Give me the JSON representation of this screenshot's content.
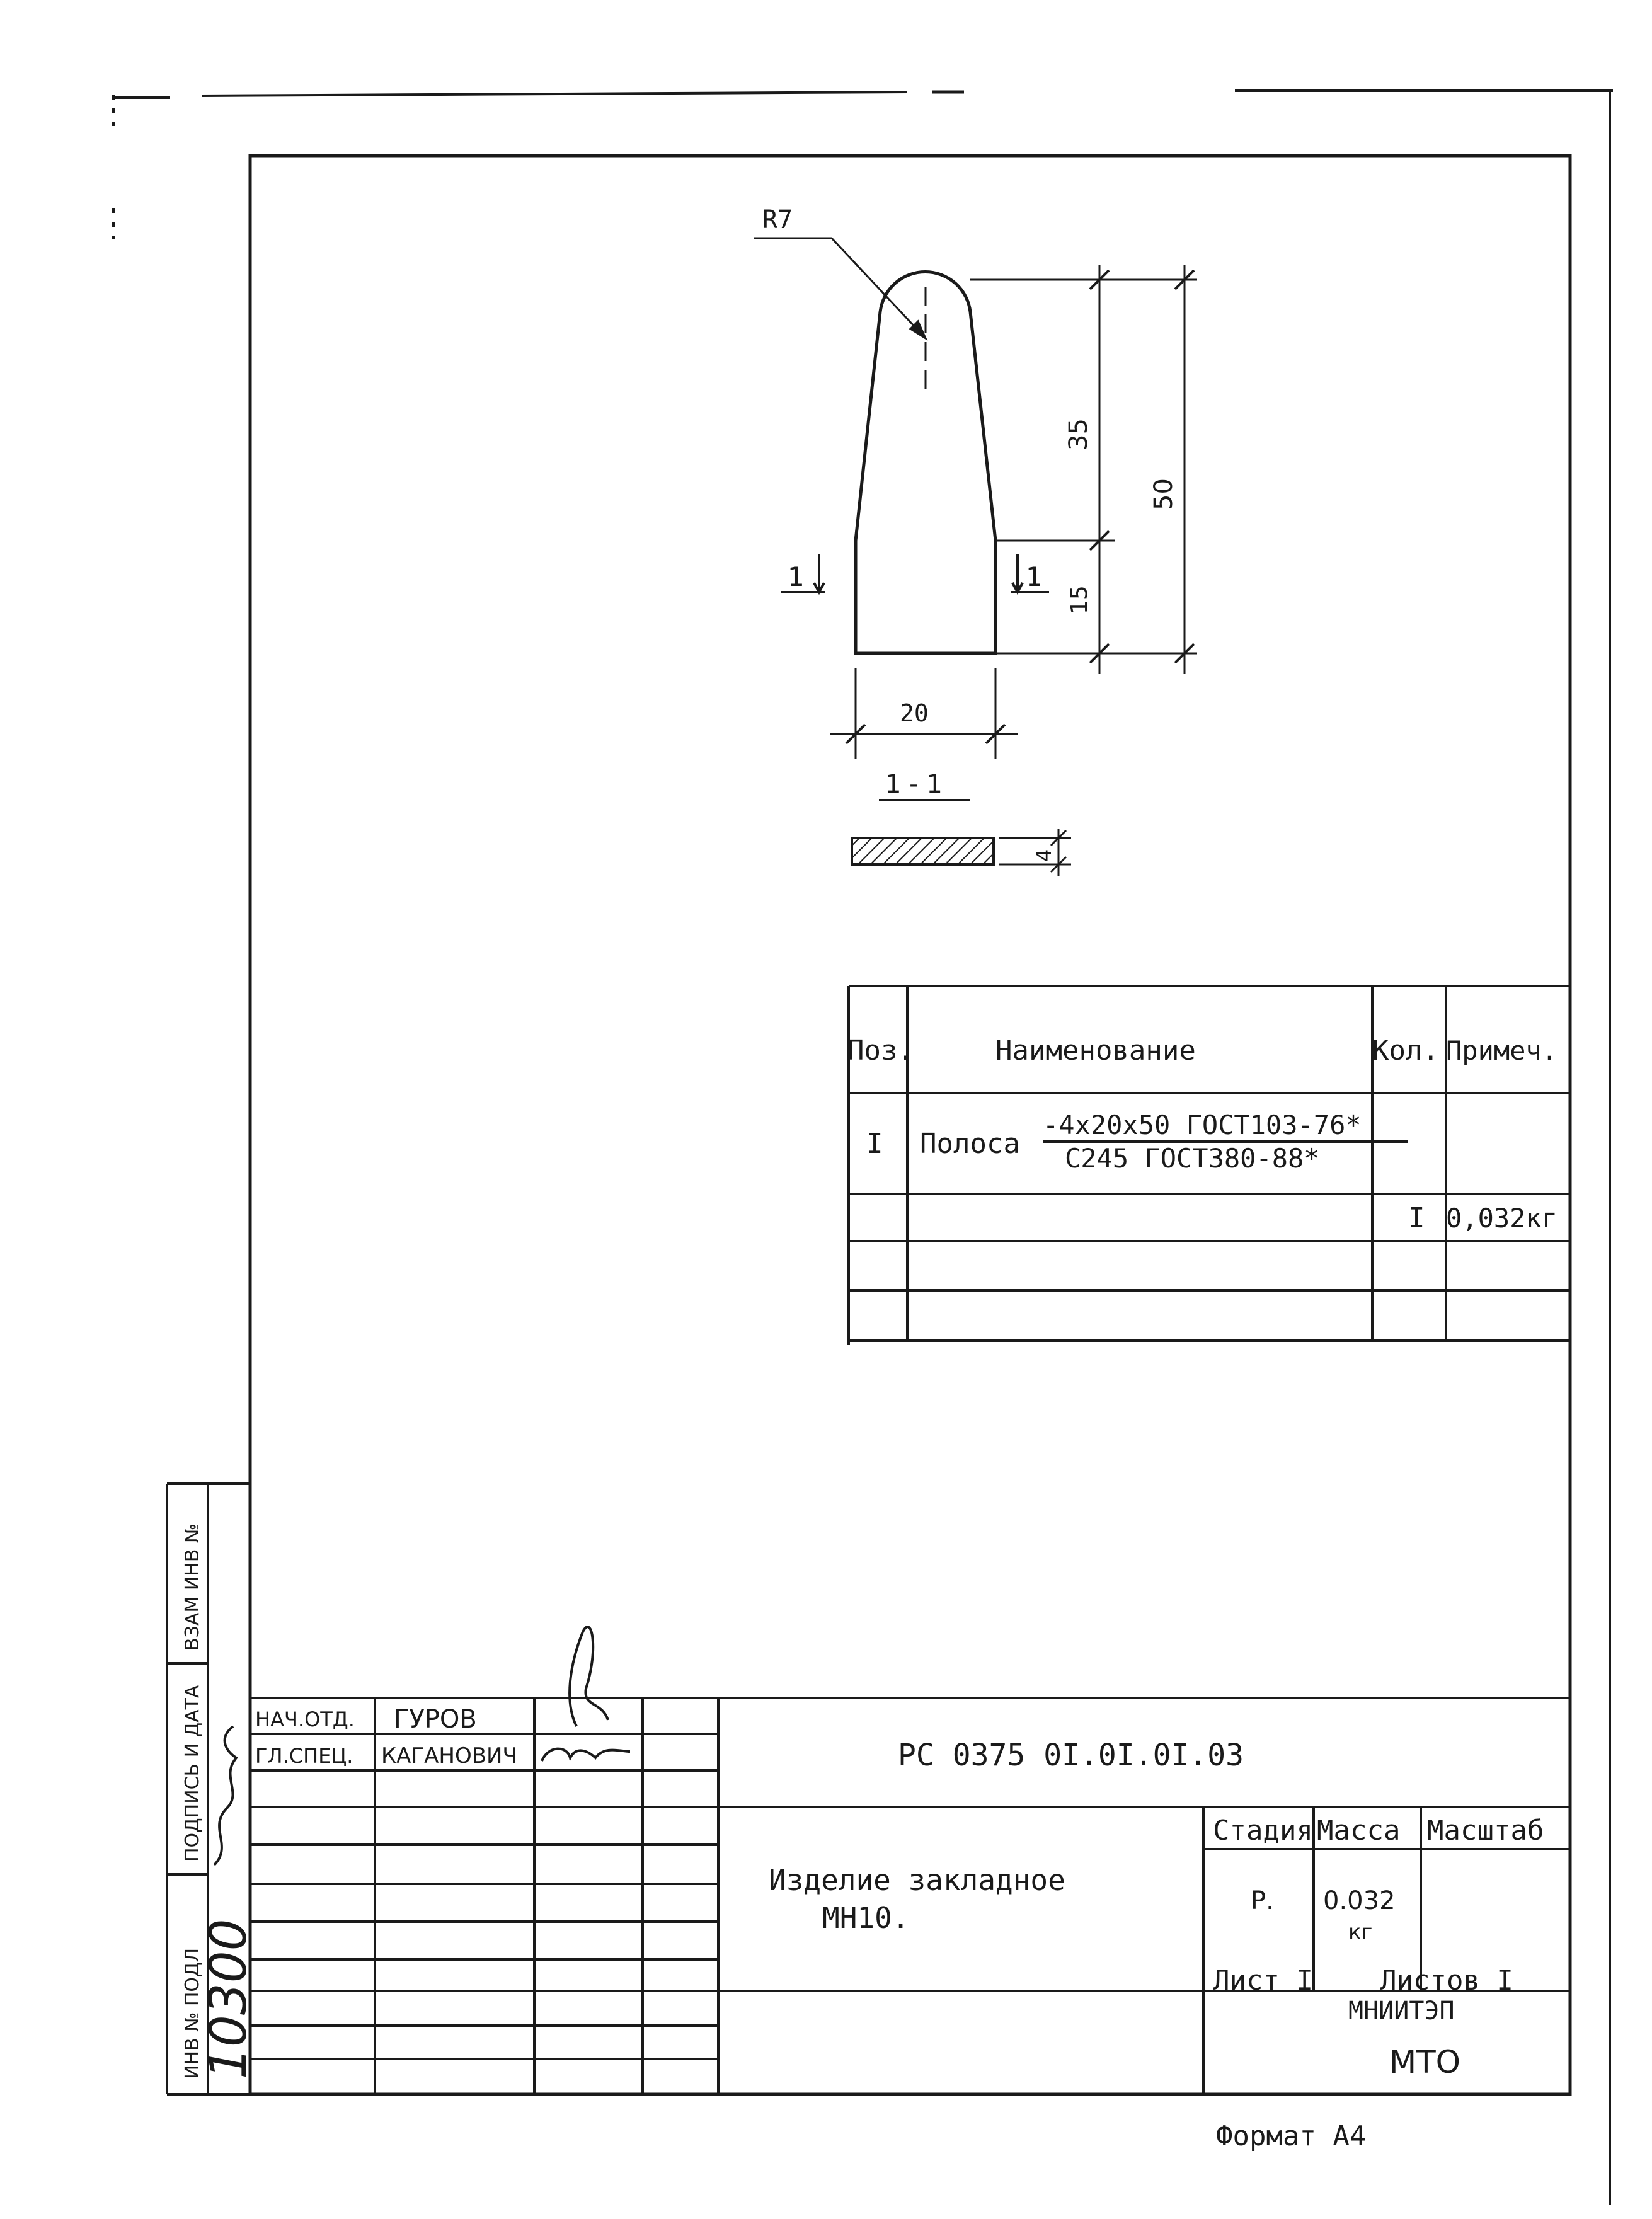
{
  "drawing": {
    "dims": {
      "radius": "R7",
      "upper": "35",
      "total": "50",
      "lower": "15",
      "width": "20",
      "thickness": "4"
    },
    "section_mark": "1",
    "section_title": "1 - 1"
  },
  "spec_table": {
    "headers": {
      "pos": "Поз.",
      "name": "Наименование",
      "qty": "Кол.",
      "note": "Примеч."
    },
    "row1": {
      "pos": "I",
      "name_prefix": "Полоса",
      "name_top": "-4х20х50 ГОСТ103-76*",
      "name_bottom": "С245 ГОСТ380-88*"
    },
    "row2": {
      "qty": "I",
      "note": "0,032кг"
    }
  },
  "side_stamp": {
    "vzam_inv": "ВЗАМ ИНВ №",
    "podpis_data": "ПОДПИСЬ И ДАТА",
    "inv_podl": "ИНВ № ПОДЛ",
    "inv_number": "10300"
  },
  "title_block": {
    "role1": "НАЧ.ОТД.",
    "name1": "ГУРОВ",
    "role2": "ГЛ.СПЕЦ.",
    "name2": "КАГАНОВИЧ",
    "doc_code": "РС 0375 0I.0I.0I.03",
    "title_line1": "Изделие закладное",
    "title_line2": "МН10.",
    "stage_label": "Стадия",
    "mass_label": "Масса",
    "scale_label": "Масштаб",
    "stage_value": "Р.",
    "mass_value": "0.032",
    "mass_unit": "кг",
    "sheet_label": "Лист I",
    "sheets_label": "Листов I",
    "org": "МНИИТЭП",
    "org_unit": "МТО"
  },
  "format": "Формат А4"
}
